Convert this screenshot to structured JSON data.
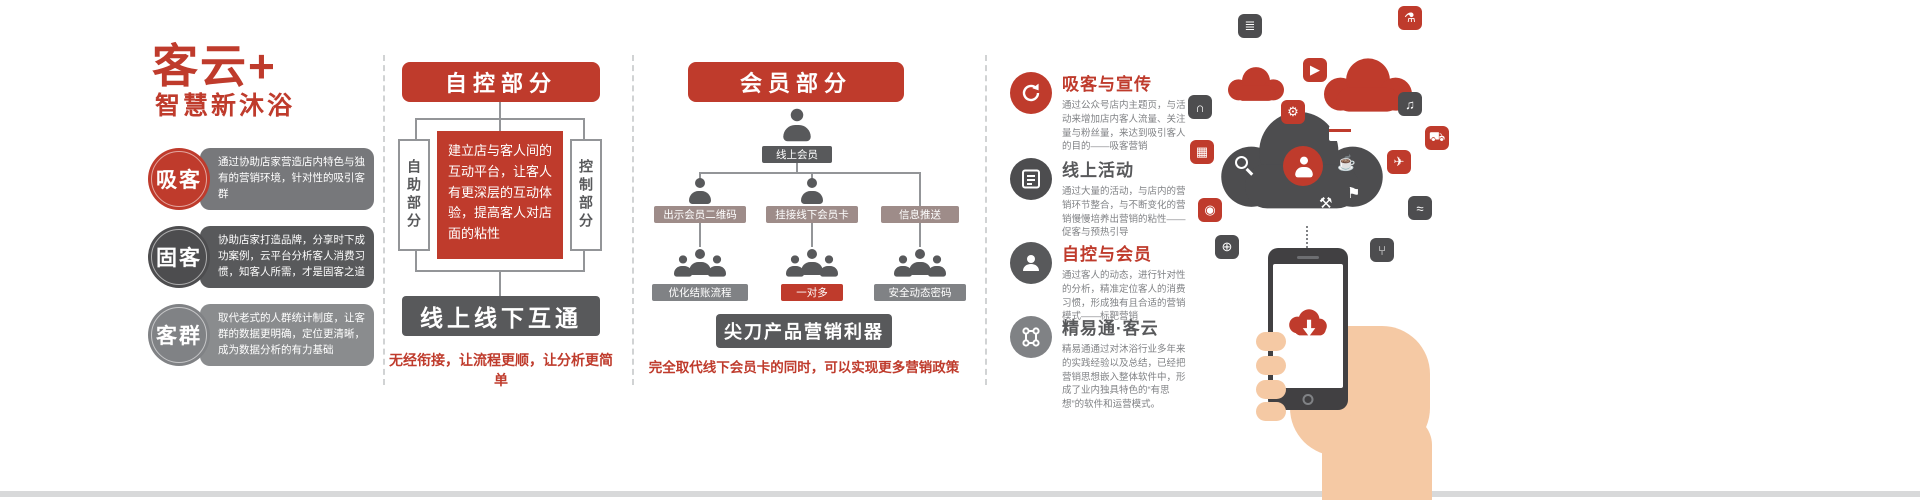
{
  "colors": {
    "red": "#bf3b2c",
    "dark": "#4d4d4f",
    "gray": "#808285"
  },
  "brand": {
    "logo": "客云+",
    "tagline": "智慧新沐浴"
  },
  "left_features": [
    {
      "badge": "吸客",
      "desc": "通过协助店家营造店内特色与独有的营销环境，针对性的吸引客群"
    },
    {
      "badge": "固客",
      "desc": "协助店家打造品牌，分享时下成功案例，云平台分析客人消费习惯，知客人所需，才是固客之道"
    },
    {
      "badge": "客群",
      "desc": "取代老式的人群统计制度，让客群的数据更明确，定位更清晰，成为数据分析的有力基础"
    }
  ],
  "self_control": {
    "title": "自控部分",
    "left_tab": "自助部分",
    "right_tab": "控制部分",
    "center_text": "建立店与客人间的互动平台，让客人有更深层的互动体验，提高客人对店面的粘性",
    "banner": "线上线下互通",
    "footnote": "无经衔接，让流程更顺，让分析更简单"
  },
  "member": {
    "title": "会员部分",
    "root": "线上会员",
    "mid_nodes": [
      "出示会员二维码",
      "挂接线下会员卡",
      "信息推送"
    ],
    "bottom_nodes": [
      "优化结账流程",
      "一对多",
      "安全动态密码"
    ],
    "banner": "尖刀产品营销利器",
    "footnote": "完全取代线下会员卡的同时，可以实现更多营销政策"
  },
  "features": [
    {
      "title": "吸客与宣传",
      "icon": "sync-icon",
      "desc": "通过公众号店内主题页，与活动来增加店内客人流量、关注量与粉丝量，来达到吸引客人的目的——吸客营销"
    },
    {
      "title": "线上活动",
      "icon": "list-icon",
      "desc": "通过大量的活动，与店内的营销环节整合，与不断变化的营销慢慢培养出营销的粘性——促客与预热引导"
    },
    {
      "title": "自控与会员",
      "icon": "person-icon",
      "desc": "通过客人的动态，进行针对性的分析，精准定位客人的消费习惯，形成独有且合适的营销模式——标靶营销"
    },
    {
      "title": "精易通·客云",
      "icon": "network-icon",
      "desc": "精易通通过对沐浴行业多年来的实践经验以及总结，已经把营销思想嵌入整体软件中，形成了业内独具特色的“有思想”的软件和运营模式。"
    }
  ],
  "illustration": {
    "tiles": [
      {
        "name": "book",
        "glyph": "≣"
      },
      {
        "name": "flask",
        "glyph": "⚗"
      },
      {
        "name": "play",
        "glyph": "▶"
      },
      {
        "name": "music",
        "glyph": "♫"
      },
      {
        "name": "headphones",
        "glyph": "∩"
      },
      {
        "name": "basket",
        "glyph": "▦"
      },
      {
        "name": "camera",
        "glyph": "◉"
      },
      {
        "name": "globe",
        "glyph": "⊕"
      },
      {
        "name": "plane",
        "glyph": "✈"
      },
      {
        "name": "truck",
        "glyph": "⛟"
      },
      {
        "name": "wifi",
        "glyph": "≈"
      },
      {
        "name": "fork",
        "glyph": "⑂"
      }
    ],
    "cloud_icons": {
      "coffee": "☕",
      "pin": "⚑",
      "tools": "⚒",
      "gear": "⚙"
    }
  }
}
